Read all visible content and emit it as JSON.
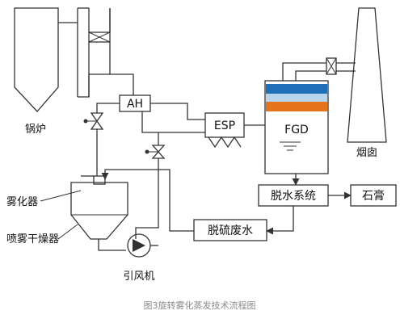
{
  "labels": {
    "boiler": "锅炉",
    "ah": "AH",
    "esp": "ESP",
    "fgd": "FGD",
    "chimney": "烟囱",
    "atomizer": "雾化器",
    "spray_dryer": "喷雾干燥器",
    "id_fan": "引风机",
    "dewatering": "脱水系统",
    "gypsum": "石膏",
    "desulf_wastewater": "脱硫废水"
  },
  "caption": "图3旋转雾化蒸发技术流程图",
  "colors": {
    "fgd_blue_band": "#1f6fb8",
    "fgd_orange_band": "#e5741c",
    "fgd_light_band": "#b8d4ec",
    "line": "#333333",
    "caption": "#8a8a8a"
  }
}
